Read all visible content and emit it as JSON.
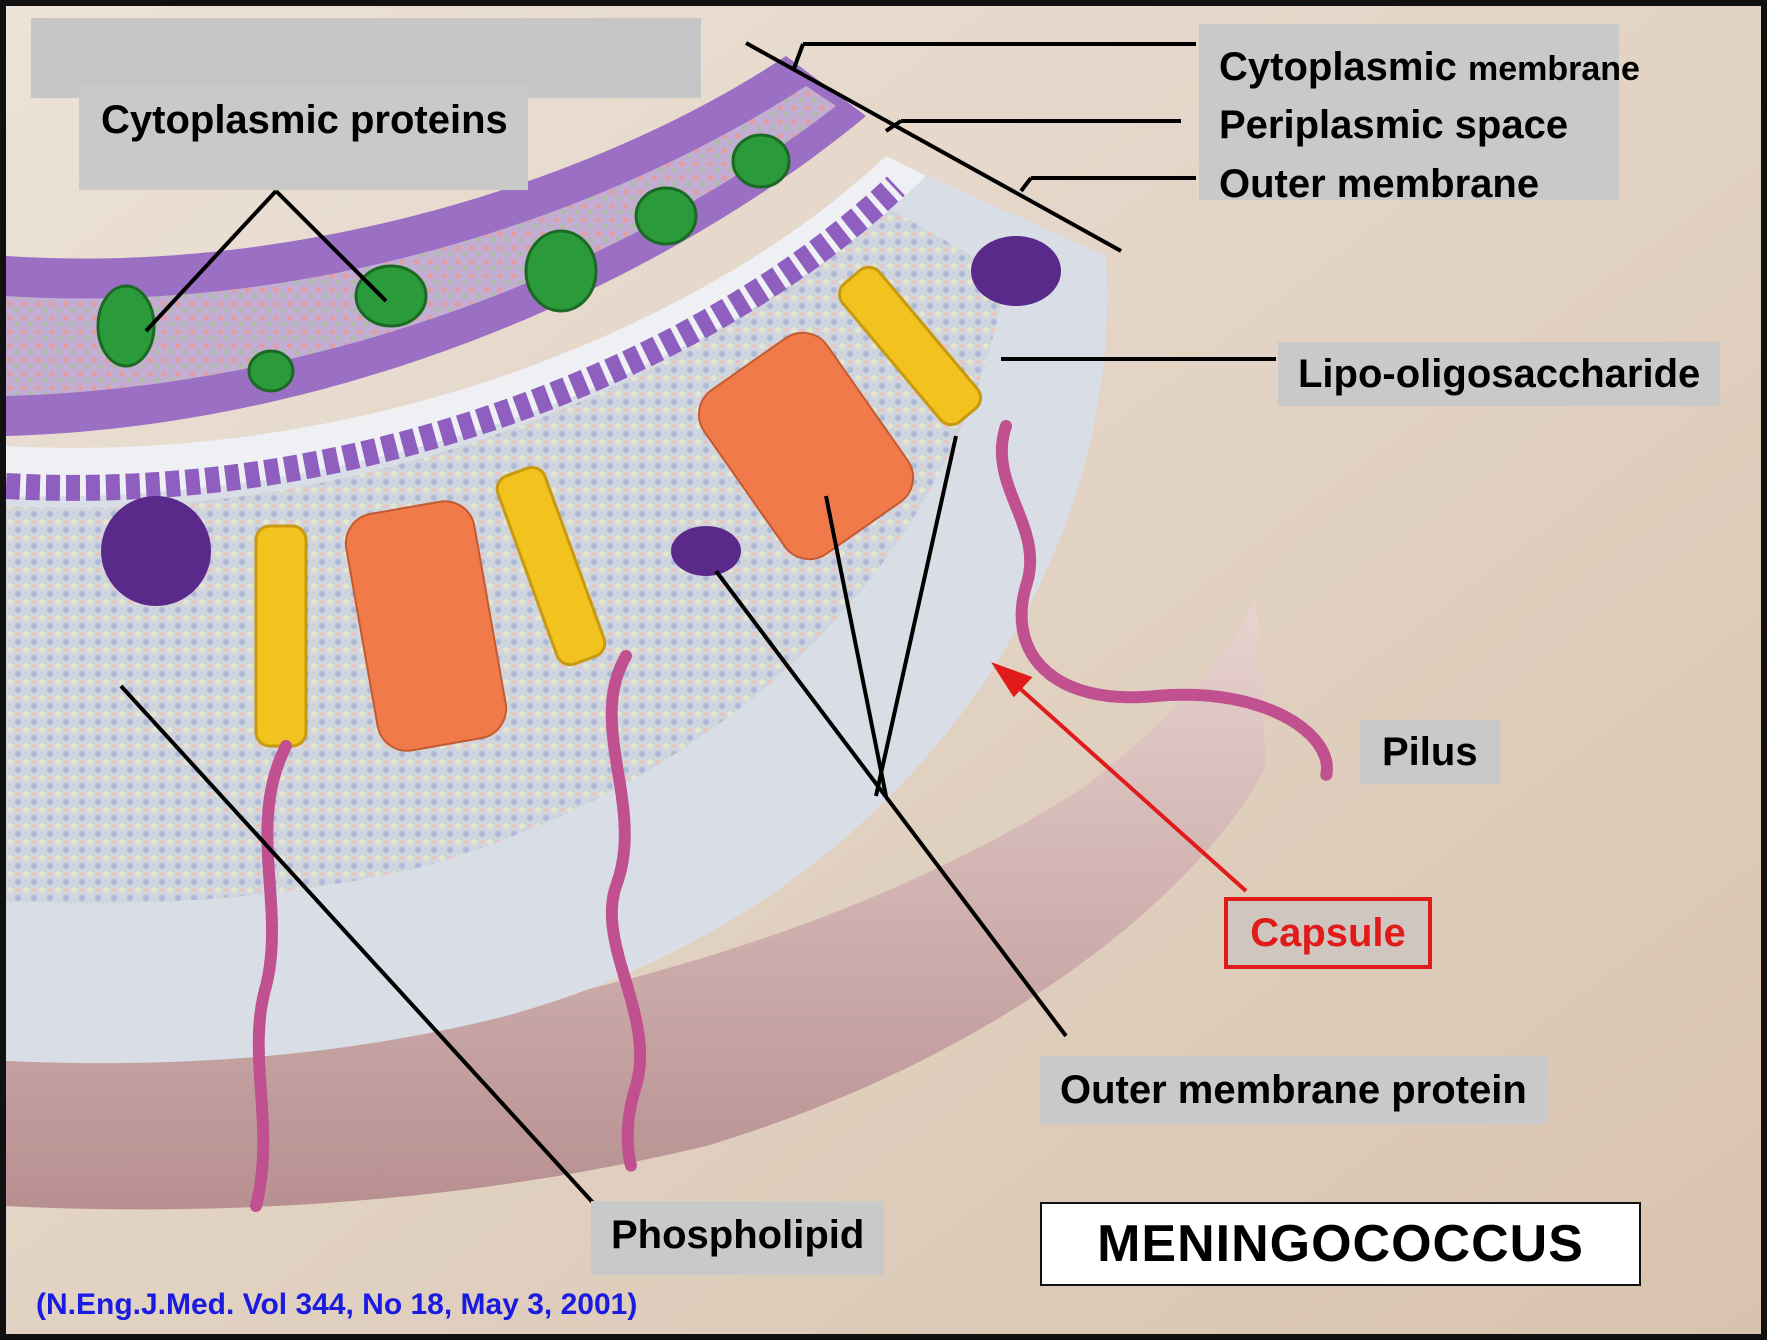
{
  "labels": {
    "cytoplasmic_proteins": "Cytoplasmic proteins",
    "cytoplasmic_membrane_word1": "Cytoplasmic",
    "cytoplasmic_membrane_word2": "membrane",
    "periplasmic_space": "Periplasmic space",
    "outer_membrane": "Outer membrane",
    "lipo_oligosaccharide": "Lipo-oligosaccharide",
    "pilus": "Pilus",
    "capsule": "Capsule",
    "outer_membrane_protein": "Outer membrane protein",
    "phospholipid": "Phospholipid"
  },
  "title": "MENINGOCOCCUS",
  "citation": "(N.Eng.J.Med. Vol 344, No 18, May 3, 2001)",
  "colors": {
    "background": "#dccbbb",
    "label_box": "#c9c9c9",
    "capsule_accent": "#e11a1a",
    "citation": "#1a1ae0",
    "membrane_purple": "#9b6fc4",
    "protein_green": "#2a9a3a",
    "protein_yellow": "#f2c21e",
    "protein_orange": "#f07a4a",
    "pilus_magenta": "#c0508f"
  }
}
